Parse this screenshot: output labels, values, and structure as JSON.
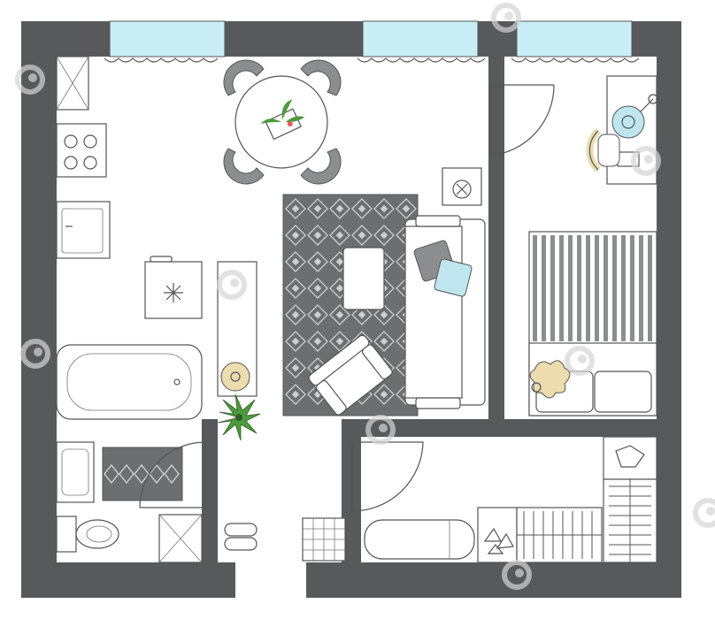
{
  "colors": {
    "wall": "#58595b",
    "floor": "#ffffff",
    "line": "#555555",
    "window_glass": "#c9eef5",
    "accent_blue": "#bfe6ee",
    "accent_yellow": "#ecdcae",
    "furniture_gray": "#8c8d8f",
    "plant_green": "#4e9a3e",
    "rug_dark": "#6d6e70",
    "watermark": "#d4d4d4"
  },
  "rooms": [
    "kitchen-dining",
    "living-room",
    "bedroom-study",
    "bathroom",
    "hallway",
    "walk-in-closet"
  ],
  "icons": [
    "window",
    "door",
    "stove",
    "sink",
    "fridge",
    "round-table",
    "chair",
    "sofa",
    "armchair",
    "rug",
    "bed",
    "desk",
    "desk-chair",
    "bathtub",
    "toilet",
    "shower",
    "plant",
    "washing-machine",
    "shelving"
  ]
}
